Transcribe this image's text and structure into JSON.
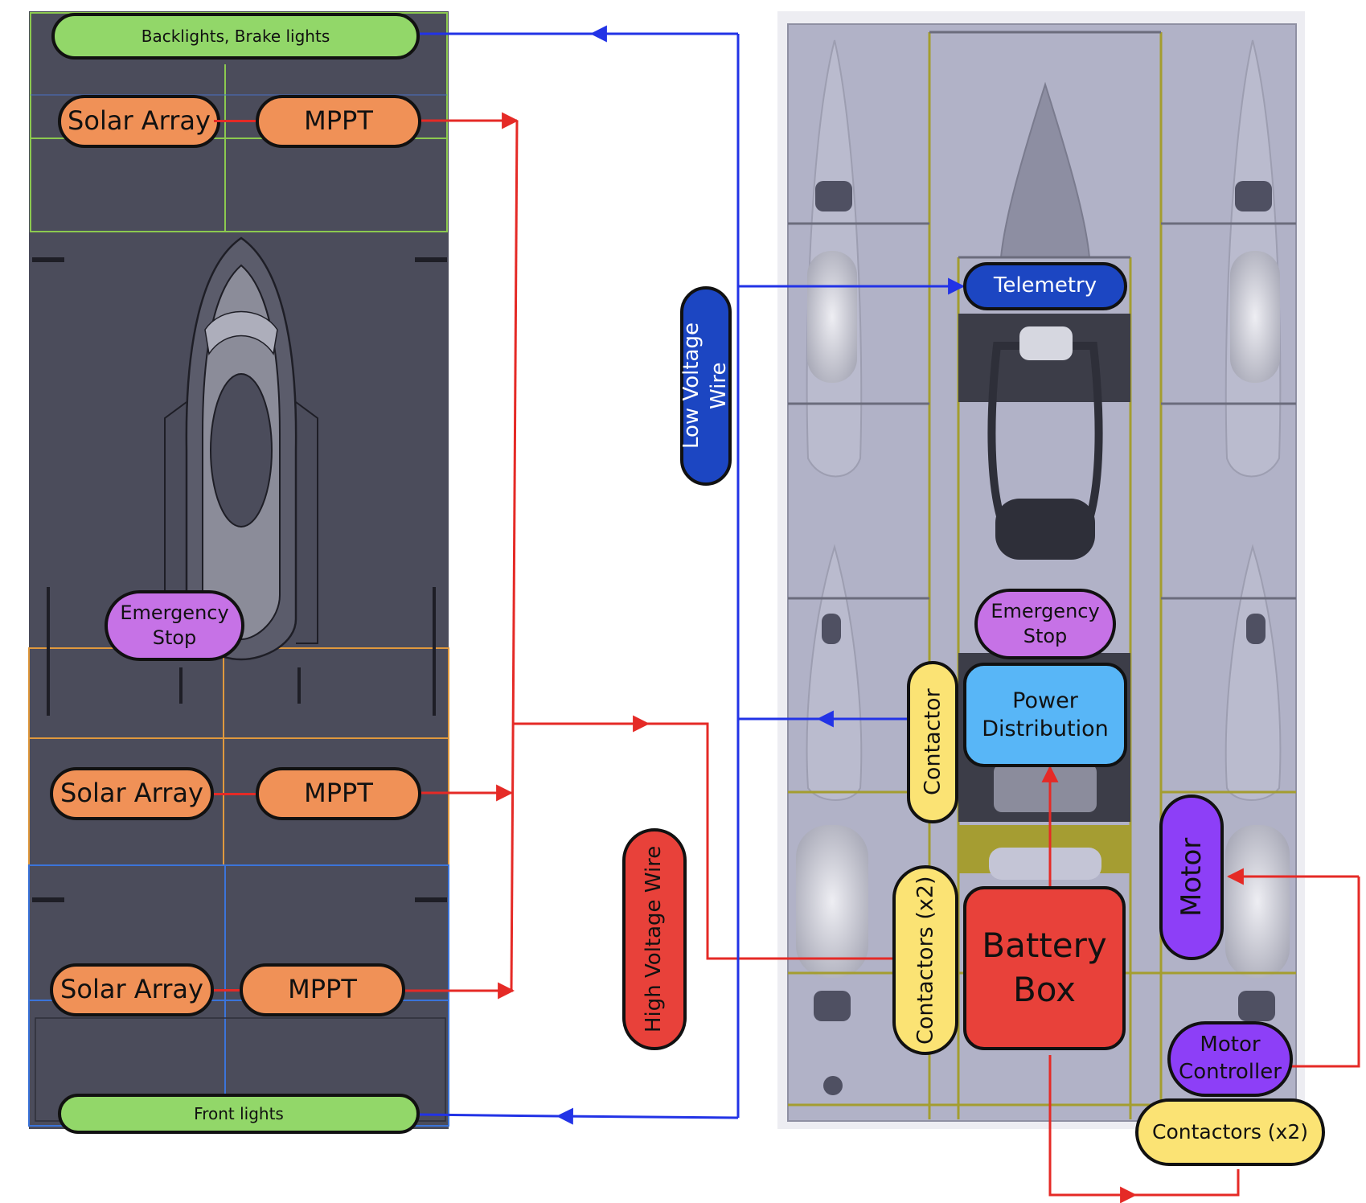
{
  "top_view": {
    "backlights": "Backlights, Brake lights",
    "front_lights": "Front lights",
    "solar_array_1": "Solar Array",
    "mppt_1": "MPPT",
    "solar_array_2": "Solar Array",
    "mppt_2": "MPPT",
    "solar_array_3": "Solar Array",
    "mppt_3": "MPPT",
    "emergency_stop": "Emergency\nStop"
  },
  "legend": {
    "low_voltage": "Low Voltage\nWire",
    "high_voltage": "High Voltage Wire"
  },
  "chassis_view": {
    "telemetry": "Telemetry",
    "emergency_stop": "Emergency\nStop",
    "contactor": "Contactor",
    "power_distribution": "Power\nDistribution",
    "motor": "Motor",
    "contactors_left": "Contactors (x2)",
    "battery_box": "Battery\nBox",
    "motor_controller": "Motor\nController",
    "contactors_bottom": "Contactors (x2)"
  },
  "colors": {
    "low_voltage_wire": "#2233e6",
    "high_voltage_wire": "#e52a26",
    "top_view_body": "#4b4c5b",
    "chassis_body": "#b1b2c7"
  }
}
